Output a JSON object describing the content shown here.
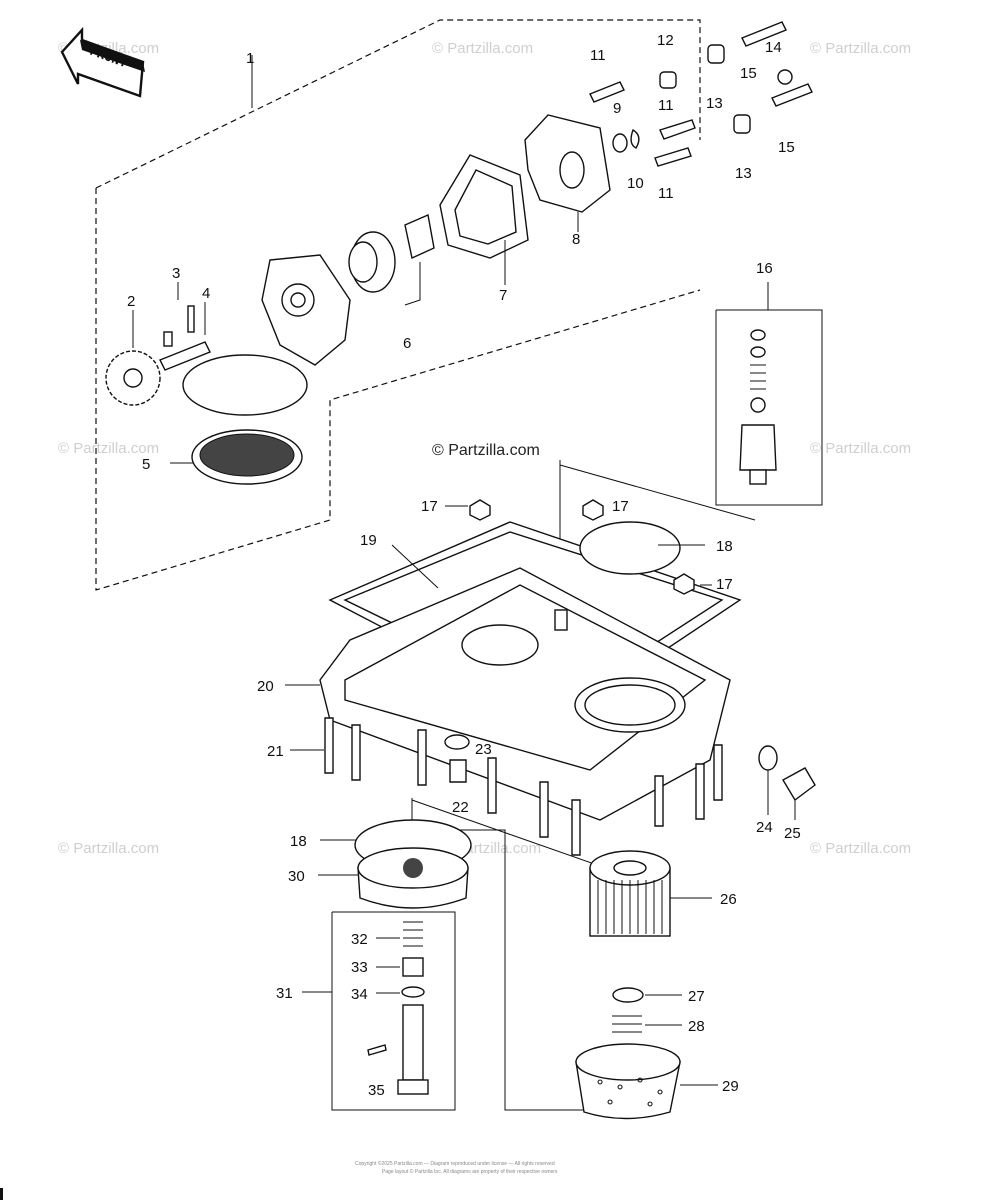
{
  "front_label": "FRONT",
  "watermark": "© Partzilla.com",
  "center_watermark": "© Partzilla.com",
  "footer_lines": [
    "Copyright ©2025 Partzilla.com — Diagram reproduced under license — All rights reserved",
    "Page layout © Partzilla Inc. All diagrams are property of their respective owners"
  ],
  "part_numbers": {
    "p1": "1",
    "p2": "2",
    "p3": "3",
    "p4": "4",
    "p5": "5",
    "p6": "6",
    "p7": "7",
    "p8": "8",
    "p9": "9",
    "p10": "10",
    "p11a": "11",
    "p11b": "11",
    "p11c": "11",
    "p12": "12",
    "p13a": "13",
    "p13b": "13",
    "p14": "14",
    "p15a": "15",
    "p15b": "15",
    "p16": "16",
    "p17a": "17",
    "p17b": "17",
    "p17c": "17",
    "p18a": "18",
    "p18b": "18",
    "p19": "19",
    "p20": "20",
    "p21": "21",
    "p22": "22",
    "p23": "23",
    "p24": "24",
    "p25": "25",
    "p26": "26",
    "p27": "27",
    "p28": "28",
    "p29": "29",
    "p30": "30",
    "p31": "31",
    "p32": "32",
    "p33": "33",
    "p34": "34",
    "p35": "35"
  }
}
